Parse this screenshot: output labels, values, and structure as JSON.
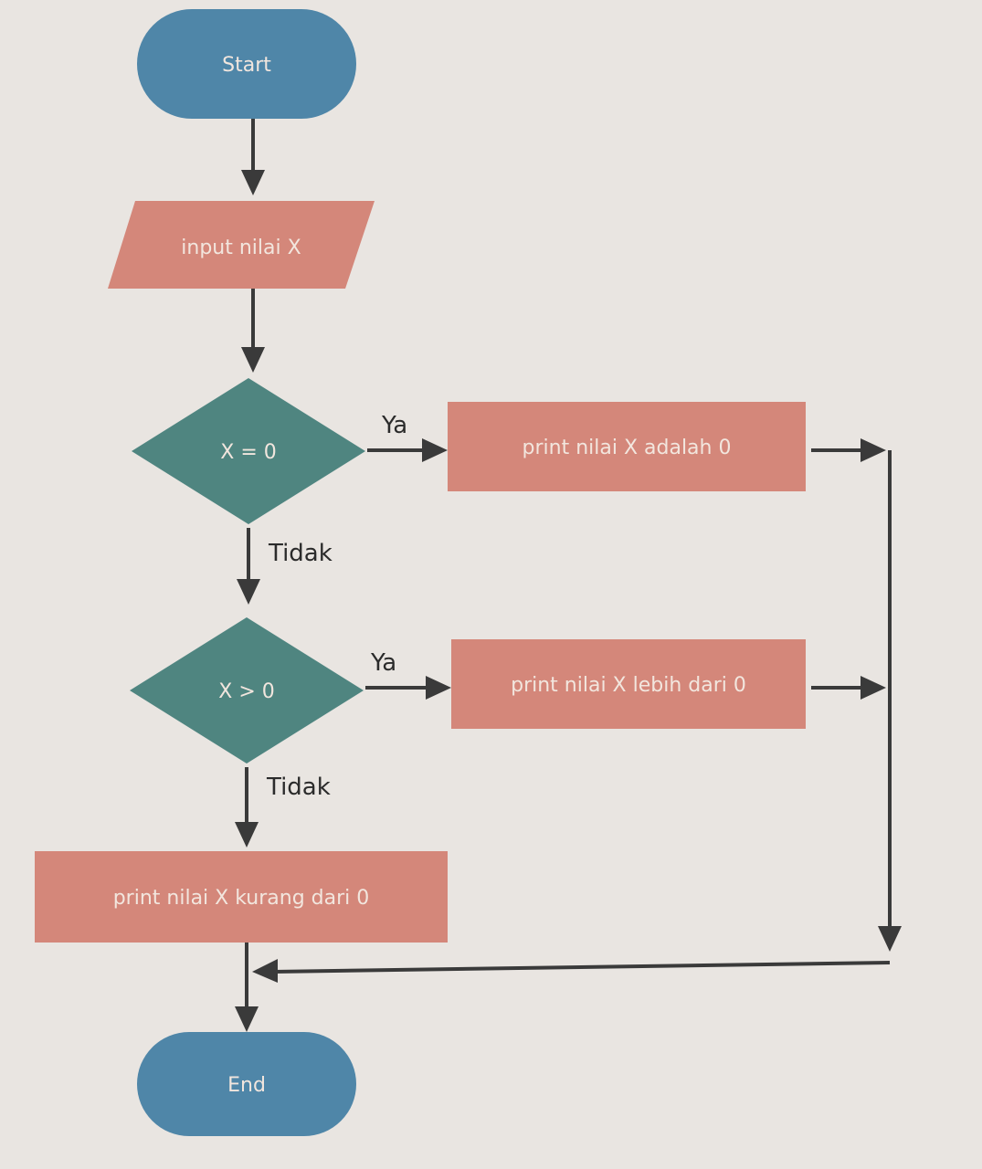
{
  "flowchart": {
    "start_label": "Start",
    "input_label": "input nilai X",
    "decision1_label": "X = 0",
    "decision1_yes_label": "Ya",
    "decision1_no_label": "Tidak",
    "process_zero_label": "print nilai X adalah 0",
    "decision2_label": "X > 0",
    "decision2_yes_label": "Ya",
    "decision2_no_label": "Tidak",
    "process_positive_label": "print nilai X lebih dari 0",
    "process_negative_label": "print nilai X kurang dari 0",
    "end_label": "End"
  },
  "colors": {
    "terminal": "#4f86a8",
    "io_process": "#d4877a",
    "decision": "#4f8580",
    "connector": "#3a3a3a",
    "background": "#e9e5e1"
  }
}
